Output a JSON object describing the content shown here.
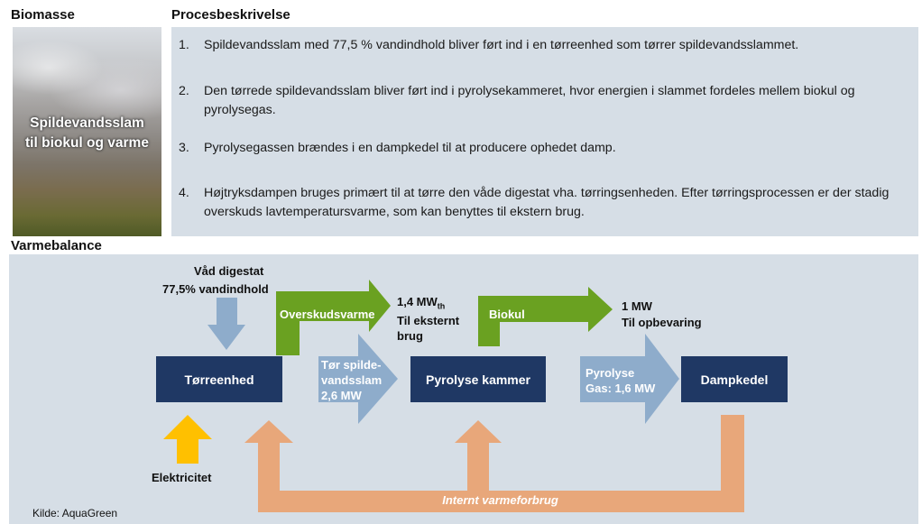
{
  "headers": {
    "biomasse": "Biomasse",
    "procesbeskrivelse": "Procesbeskrivelse",
    "varmebalance": "Varmebalance"
  },
  "photo": {
    "caption_line1": "Spildevandsslam",
    "caption_line2": "til biokul og varme"
  },
  "steps": [
    {
      "n": "1.",
      "text": "Spildevandsslam med 77,5 % vandindhold bliver ført ind i en tørreenhed som tørrer spildevandsslammet."
    },
    {
      "n": "2.",
      "text": "Den tørrede spildevandsslam bliver ført ind i pyrolysekammeret, hvor energien i slammet fordeles mellem biokul og pyrolysegas."
    },
    {
      "n": "3.",
      "text": "Pyrolysegassen brændes i en dampkedel til at producere ophedet damp."
    },
    {
      "n": "4.",
      "text": "Højtryksdampen bruges primært til at tørre den våde digestat vha. tørringsenheden. Efter tørringsprocessen er der stadig overskuds lavtemperatursvarme, som kan benyttes til ekstern brug."
    }
  ],
  "diagram": {
    "input_line1": "Våd digestat",
    "input_line2": "77,5% vandindhold",
    "box_dryer": "Tørreenhed",
    "box_pyrolysis": "Pyrolyse kammer",
    "box_boiler": "Dampkedel",
    "excess_heat_label": "Overskudsvarme",
    "excess_heat_value": "1,4 MW",
    "excess_heat_sub": "th",
    "excess_heat_line2": "Til eksternt",
    "excess_heat_line3": "brug",
    "biochar_label": "Biokul",
    "biochar_value": "1 MW",
    "biochar_dest": "Til opbevaring",
    "dry_sludge_line1": "Tør spilde-",
    "dry_sludge_line2": "vandsslam",
    "dry_sludge_line3": "2,6 MW",
    "pyro_gas_line1": "Pyrolyse",
    "pyro_gas_line2": "Gas: 1,6 MW",
    "electricity": "Elektricitet",
    "internal_heat": "Internt varmeforbrug"
  },
  "source": "Kilde: AquaGreen",
  "colors": {
    "box": "#1f3864",
    "green": "#6aa121",
    "orange": "#e8a77a",
    "light_blue": "#8eaccb",
    "yellow": "#ffc000",
    "panel": "#d6dee6"
  }
}
